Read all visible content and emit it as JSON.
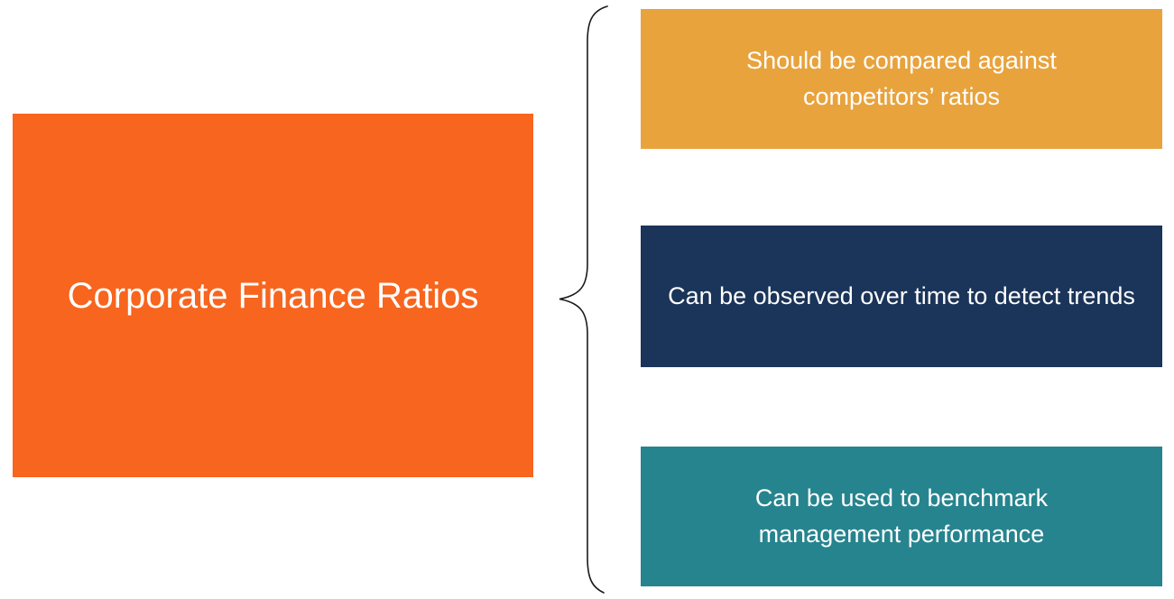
{
  "diagram": {
    "root": {
      "label": "Corporate Finance Ratios",
      "color": "#F7651E",
      "text_color": "#FFFFFF"
    },
    "brace": {
      "color": "#1A1A1A"
    },
    "branches": [
      {
        "label": "Should be compared against competitors’ ratios",
        "color": "#E8A33D",
        "text_color": "#FFFFFF"
      },
      {
        "label": "Can be observed over time to detect trends",
        "color": "#1B3459",
        "text_color": "#FFFFFF"
      },
      {
        "label": "Can be used to benchmark management performance",
        "color": "#26848E",
        "text_color": "#FFFFFF"
      }
    ]
  }
}
